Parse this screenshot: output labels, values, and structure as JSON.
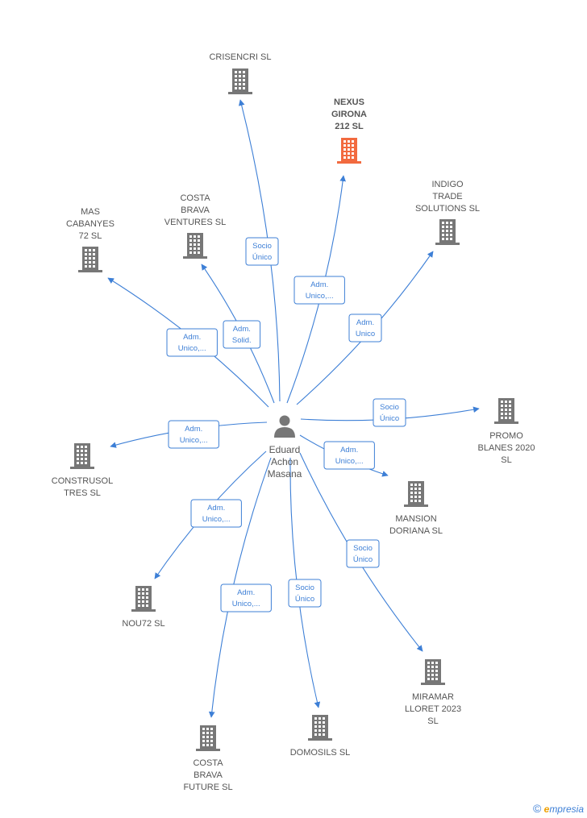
{
  "colors": {
    "edge": "#3d7fd6",
    "building": "#777777",
    "building_highlight": "#f26a3f",
    "person": "#777777"
  },
  "center": {
    "name": [
      "Eduard",
      "Achon",
      "Masana"
    ],
    "icon": "person-icon"
  },
  "nodes": [
    {
      "id": "crisencri",
      "label": [
        "CRISENCRI  SL"
      ],
      "highlight": false
    },
    {
      "id": "nexus",
      "label": [
        "NEXUS",
        "GIRONA",
        "212  SL"
      ],
      "highlight": true
    },
    {
      "id": "indigo",
      "label": [
        "INDIGO",
        "TRADE",
        "SOLUTIONS  SL"
      ],
      "highlight": false
    },
    {
      "id": "costabrava_ventures",
      "label": [
        "COSTA",
        "BRAVA",
        "VENTURES  SL"
      ],
      "highlight": false
    },
    {
      "id": "mas_cabanyes",
      "label": [
        "MAS",
        "CABANYES",
        "72  SL"
      ],
      "highlight": false
    },
    {
      "id": "promo_blanes",
      "label": [
        "PROMO",
        "BLANES 2020",
        "SL"
      ],
      "highlight": false
    },
    {
      "id": "construsol",
      "label": [
        "CONSTRUSOL",
        "TRES  SL"
      ],
      "highlight": false
    },
    {
      "id": "mansion",
      "label": [
        "MANSION",
        "DORIANA  SL"
      ],
      "highlight": false
    },
    {
      "id": "nou72",
      "label": [
        "NOU72  SL"
      ],
      "highlight": false
    },
    {
      "id": "miramar",
      "label": [
        "MIRAMAR",
        "LLORET 2023",
        "SL"
      ],
      "highlight": false
    },
    {
      "id": "domosils",
      "label": [
        "DOMOSILS  SL"
      ],
      "highlight": false
    },
    {
      "id": "costabrava_future",
      "label": [
        "COSTA",
        "BRAVA",
        "FUTURE  SL"
      ],
      "highlight": false
    }
  ],
  "edges": [
    {
      "to": "crisencri",
      "label": [
        "Socio",
        "Único"
      ]
    },
    {
      "to": "nexus",
      "label": [
        "Adm.",
        "Unico,..."
      ]
    },
    {
      "to": "indigo",
      "label": [
        "Adm.",
        "Unico"
      ]
    },
    {
      "to": "costabrava_ventures",
      "label": [
        "Adm.",
        "Solid."
      ]
    },
    {
      "to": "mas_cabanyes",
      "label": [
        "Adm.",
        "Unico,..."
      ]
    },
    {
      "to": "promo_blanes",
      "label": [
        "Socio",
        "Único"
      ]
    },
    {
      "to": "construsol",
      "label": [
        "Adm.",
        "Unico,..."
      ]
    },
    {
      "to": "mansion",
      "label": [
        "Adm.",
        "Unico,..."
      ]
    },
    {
      "to": "nou72",
      "label": [
        "Adm.",
        "Unico,..."
      ]
    },
    {
      "to": "miramar",
      "label": [
        "Socio",
        "Único"
      ]
    },
    {
      "to": "domosils",
      "label": [
        "Socio",
        "Único"
      ]
    },
    {
      "to": "costabrava_future",
      "label": [
        "Adm.",
        "Unico,..."
      ]
    }
  ],
  "brand": {
    "copyright": "©",
    "first": "e",
    "rest": "mpresia"
  }
}
